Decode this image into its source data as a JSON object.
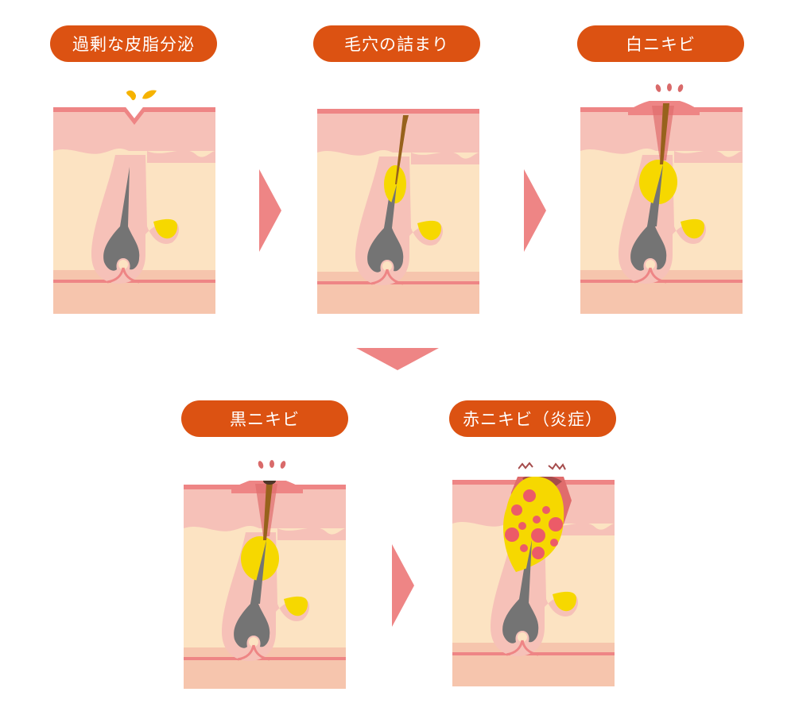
{
  "colors": {
    "label_bg": "#dc5212",
    "label_text": "#ffffff",
    "arrow": "#ee8585",
    "surface_line": "#ee8585",
    "epidermis": "#f6c1b8",
    "dermis": "#fce3c2",
    "subcutis": "#f6c5ad",
    "hair": "#747474",
    "sebum": "#f6d800",
    "plug": "#97621c",
    "inflammation_dot": "#ec5b68"
  },
  "stages": [
    {
      "id": "excess-sebum",
      "label": "過剰な皮脂分泌"
    },
    {
      "id": "pore-clogging",
      "label": "毛穴の詰まり"
    },
    {
      "id": "whitehead",
      "label": "白ニキビ"
    },
    {
      "id": "blackhead",
      "label": "黒ニキビ"
    },
    {
      "id": "red-acne",
      "label": "赤ニキビ（炎症）"
    }
  ],
  "flow": [
    {
      "from": "excess-sebum",
      "to": "pore-clogging",
      "direction": "right"
    },
    {
      "from": "pore-clogging",
      "to": "whitehead",
      "direction": "right"
    },
    {
      "from": "whitehead",
      "to": "blackhead",
      "direction": "down"
    },
    {
      "from": "blackhead",
      "to": "red-acne",
      "direction": "right"
    }
  ]
}
